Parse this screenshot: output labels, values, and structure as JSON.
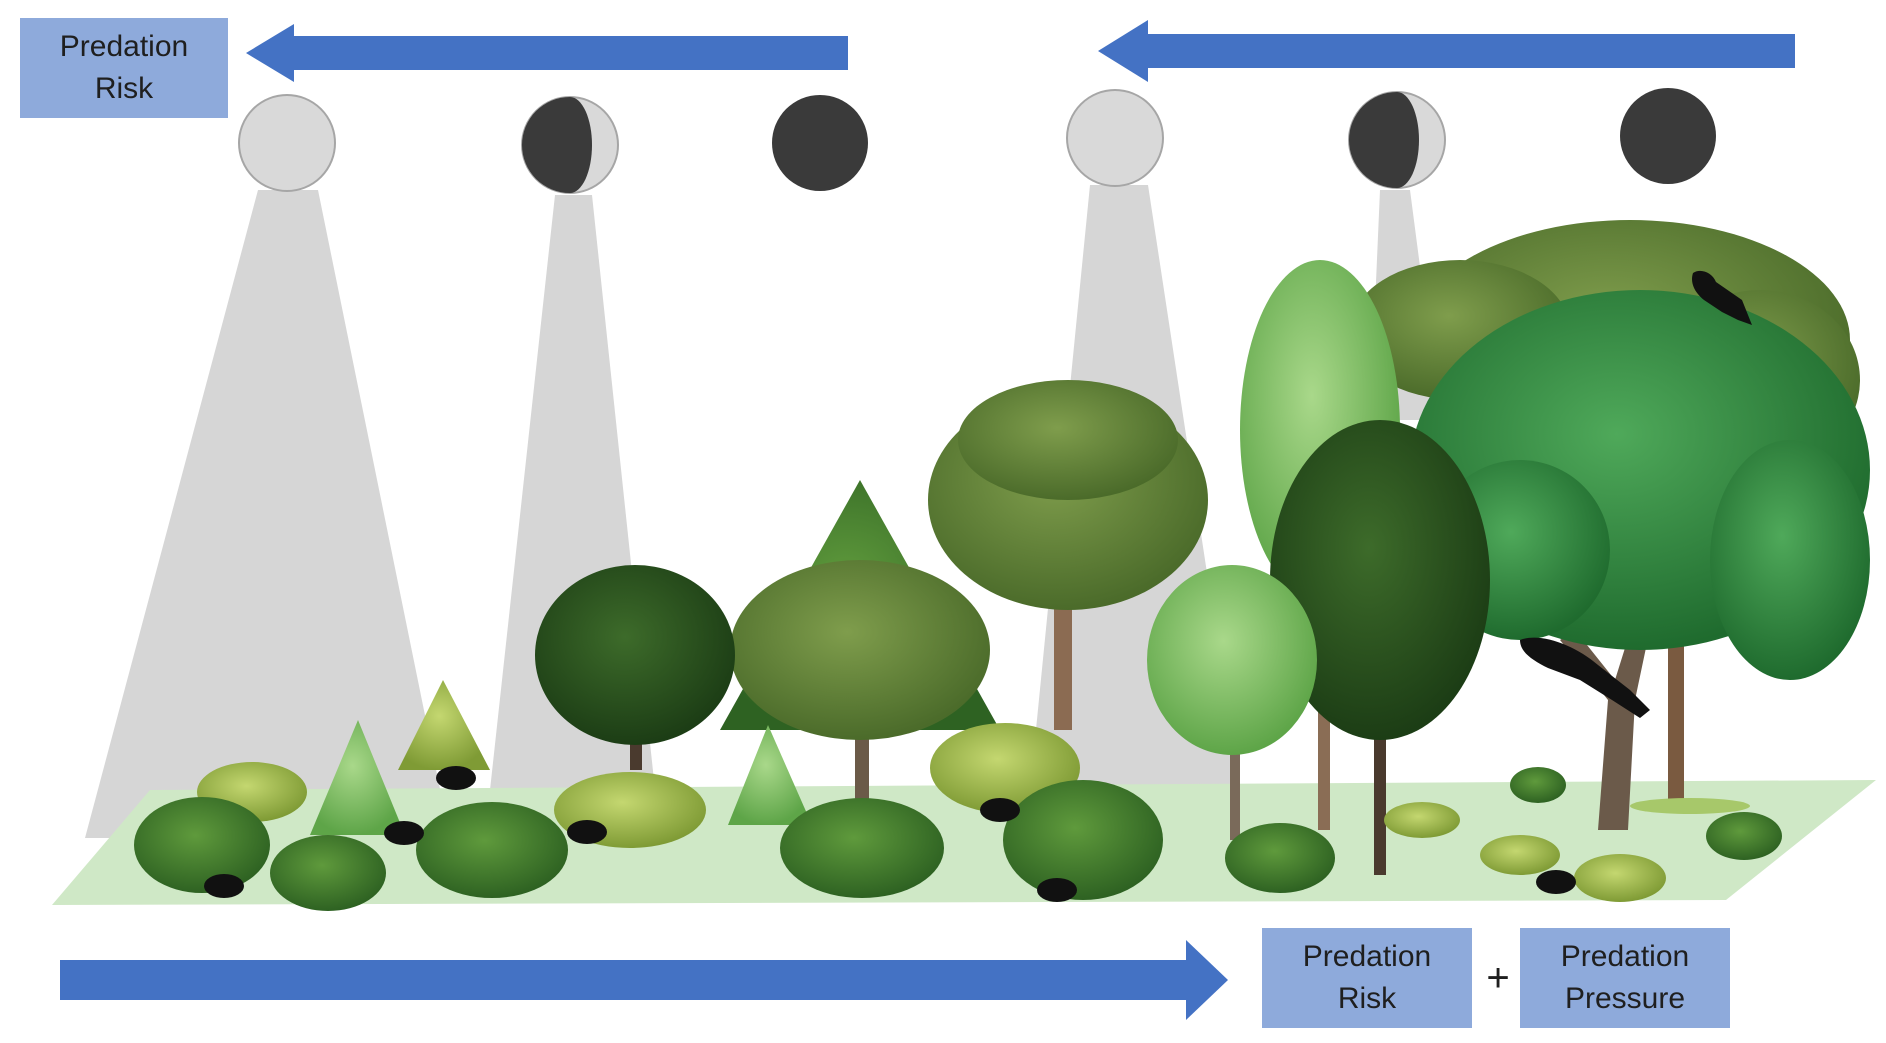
{
  "top_label": {
    "line1": "Predation",
    "line2": "Risk"
  },
  "bottom_labels": {
    "risk": {
      "line1": "Predation",
      "line2": "Risk"
    },
    "plus": "+",
    "pressure": {
      "line1": "Predation",
      "line2": "Pressure"
    }
  },
  "moon_phases": [
    "full-moon-icon",
    "half-moon-icon",
    "new-moon-icon"
  ],
  "colors": {
    "arrow": "#4472c4",
    "label_box": "#8eaadb",
    "ground": "#cfe8c6",
    "moonlight_cone": "#d6d6d6",
    "moon_light": "#d9d9d9",
    "moon_dark": "#3a3a3a"
  }
}
